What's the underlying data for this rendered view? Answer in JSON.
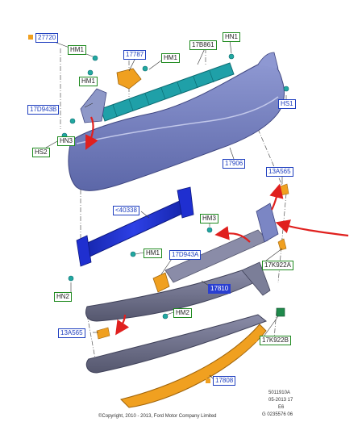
{
  "labels": {
    "l27720": "27720",
    "hm1_a": "HM1",
    "l17787": "17787",
    "hm1_b": "HM1",
    "l17b861": "17B861",
    "hn1_a": "HN1",
    "hm1_c": "HM1",
    "hs1": "HS1",
    "l17d943b": "17D943B",
    "hn3": "HN3",
    "hs2": "HS2",
    "l17906": "17906",
    "l13a565_a": "13A565",
    "l40338": "<40338",
    "hm3": "HM3",
    "hm1_d": "HM1",
    "l17d943a": "17D943A",
    "l17k922a": "17K922A",
    "hn2": "HN2",
    "l17810": "17810",
    "hm2": "HM2",
    "l13a565_b": "13A565",
    "l17k922b": "17K922B",
    "l17808": "17808"
  },
  "footer": {
    "code1": "5011910A",
    "code2": "05-2013 17",
    "code3": "E6",
    "code4": "G 0235576 06",
    "copyright": "©Copyright, 2010 - 2013, Ford Motor Company Limited"
  },
  "colors": {
    "bumper_cover": "#7b86c4",
    "absorber": "#1fa0a8",
    "reinforcement": "#1f2fd0",
    "lower_trim": "#6e6e86",
    "skid_plate": "#f0a020",
    "arrow": "#e0201e",
    "fastener": "#21a8a0"
  }
}
